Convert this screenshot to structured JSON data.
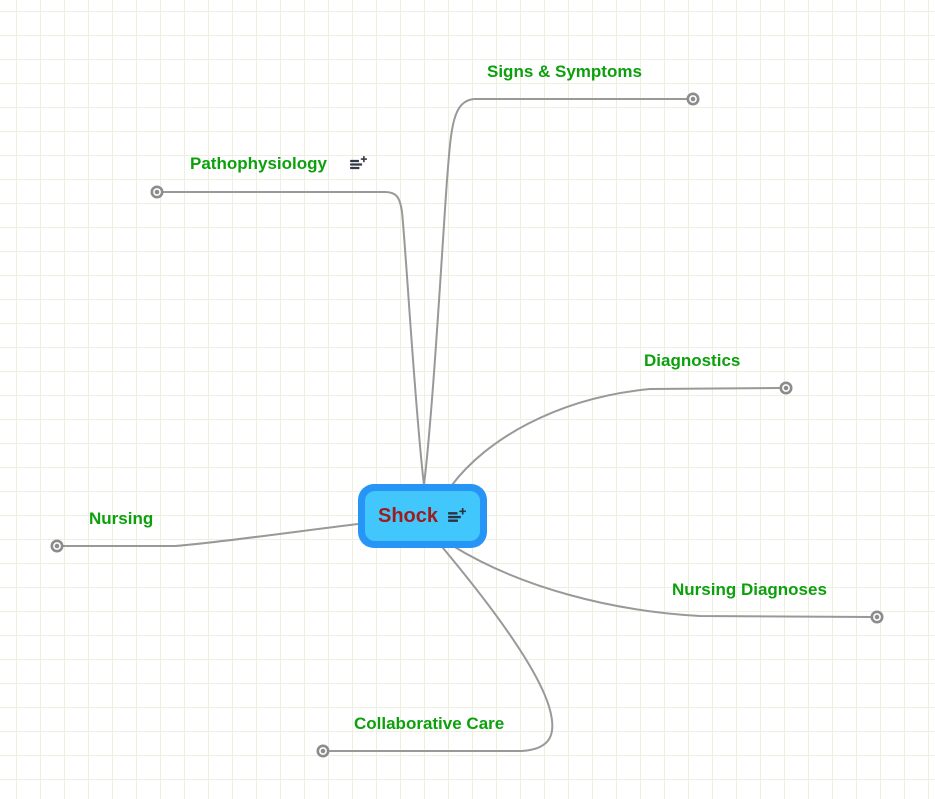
{
  "app": {
    "view": "mind-map-canvas"
  },
  "colors": {
    "background": "#ffffff",
    "grid_line": "#edf0e0",
    "connector": "#999999",
    "collapse_indicator": "#8c8c8c",
    "branch_label": "#0ca00c",
    "root_border": "#2795f5",
    "root_fill": "#41c7fc",
    "root_text": "#9e1c1c",
    "notes_icon": "#333a47"
  },
  "root_node": {
    "label": "Shock",
    "icon": "notes-add-icon"
  },
  "branches": [
    {
      "id": "signs-symptoms",
      "label": "Signs & Symptoms",
      "has_notes_icon": false,
      "collapsed": true
    },
    {
      "id": "pathophysiology",
      "label": "Pathophysiology",
      "has_notes_icon": true,
      "collapsed": true
    },
    {
      "id": "diagnostics",
      "label": "Diagnostics",
      "has_notes_icon": false,
      "collapsed": true
    },
    {
      "id": "nursing",
      "label": "Nursing",
      "has_notes_icon": false,
      "collapsed": true
    },
    {
      "id": "nursing-diagnoses",
      "label": "Nursing Diagnoses",
      "has_notes_icon": false,
      "collapsed": true
    },
    {
      "id": "collaborative-care",
      "label": "Collaborative Care",
      "has_notes_icon": false,
      "collapsed": true
    }
  ]
}
